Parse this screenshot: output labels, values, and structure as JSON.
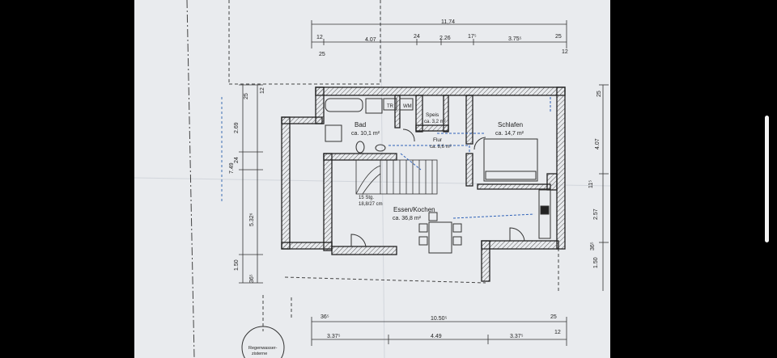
{
  "rooms": [
    {
      "name": "Bad",
      "area": "ca. 10,1 m²"
    },
    {
      "name": "Speis",
      "area": "ca. 3,2 m²"
    },
    {
      "name": "Flur",
      "area": "ca. 8,6 m²"
    },
    {
      "name": "Schlafen",
      "area": "ca. 14,7 m²"
    },
    {
      "name": "Essen/Kochen",
      "area": "ca. 36,8 m²"
    }
  ],
  "stairs": {
    "line1": "15 Stg.",
    "line2": "18,8/27 cm"
  },
  "fixtures": {
    "tr": "TR",
    "wm": "WM"
  },
  "dims_top": {
    "total": "11,74",
    "a": "12",
    "b": "4.07",
    "c": "24",
    "d": "2.26",
    "e": "17⁵",
    "f": "3.75⁵",
    "g": "25",
    "h": "25",
    "i": "12"
  },
  "dims_left": {
    "a": "25",
    "b": "12",
    "c": "2.69",
    "d": "24",
    "e": "7.49",
    "f": "5.32⁶",
    "g": "1.50",
    "h": "36⁵"
  },
  "dims_right": {
    "a": "25",
    "b": "4.07",
    "c": "11⁵",
    "d": "2.57",
    "e": "36⁵",
    "f": "1.50"
  },
  "dims_bottom": {
    "a": "36⁵",
    "b": "10.50⁵",
    "c": "25",
    "d": "12",
    "e": "3.37⁵",
    "f": "4.49",
    "g": "3.37⁵"
  },
  "cistern_label": {
    "line1": "Regenwasser-",
    "line2": "zisterne"
  }
}
